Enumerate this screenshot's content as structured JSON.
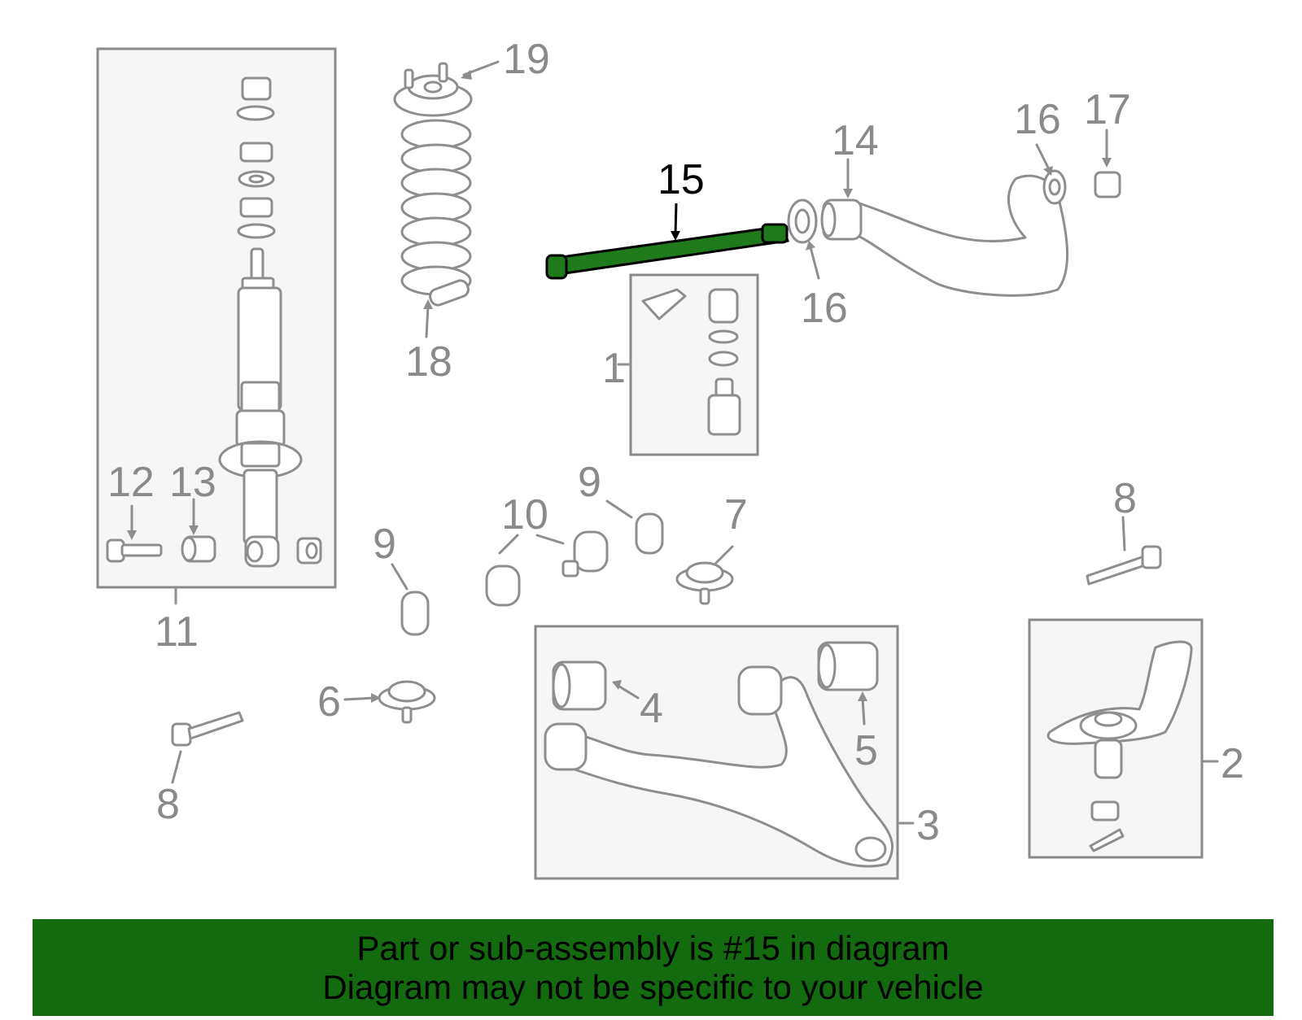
{
  "highlight": {
    "part_number": "15",
    "color": "#1e7a1a",
    "banner_color": "#136a0f"
  },
  "callouts": {
    "c1": "1",
    "c2": "2",
    "c3": "3",
    "c4": "4",
    "c5": "5",
    "c6": "6",
    "c7": "7",
    "c8a": "8",
    "c8b": "8",
    "c9a": "9",
    "c9b": "9",
    "c10": "10",
    "c11": "11",
    "c12": "12",
    "c13": "13",
    "c14": "14",
    "c15": "15",
    "c16a": "16",
    "c16b": "16",
    "c17": "17",
    "c18": "18",
    "c19": "19"
  },
  "banner": {
    "line1": "Part or sub-assembly is #15 in diagram",
    "line2": "Diagram may not be specific to your vehicle"
  }
}
